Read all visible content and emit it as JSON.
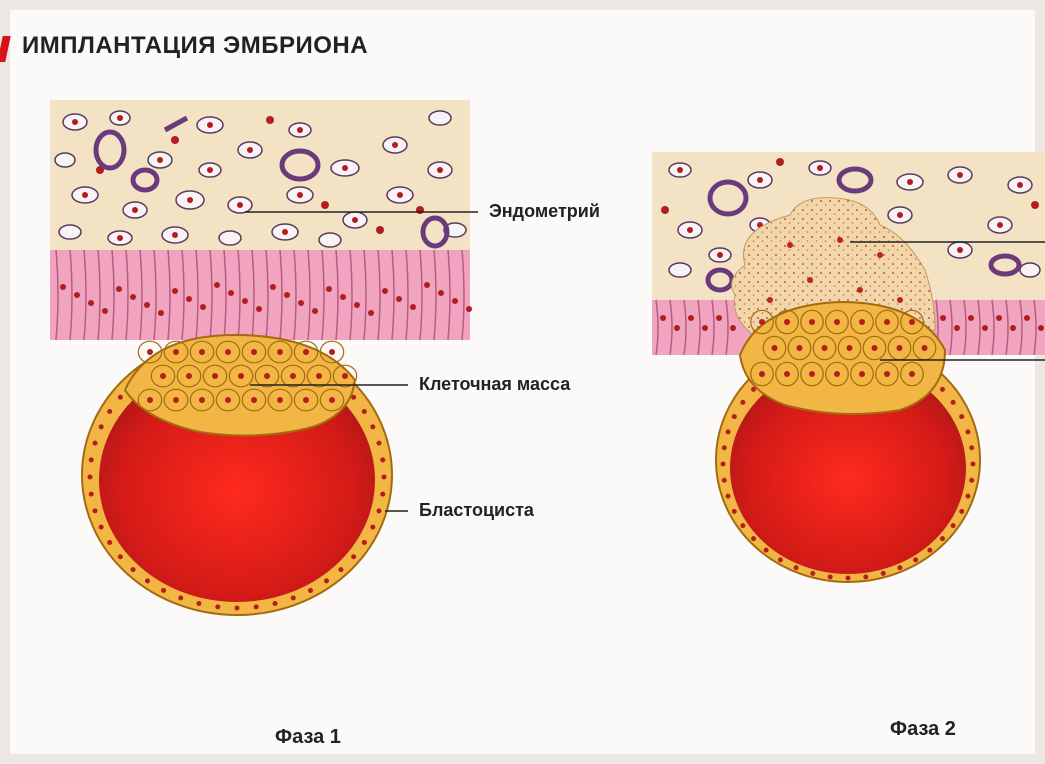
{
  "title": "ИМПЛАНТАЦИЯ ЭМБРИОНА",
  "labels": {
    "endometrium": "Эндометрий",
    "cell_mass": "Клеточная масса",
    "blastocyst": "Бластоциста"
  },
  "phases": {
    "phase1": "Фаза 1",
    "phase2": "Фаза 2"
  },
  "colors": {
    "stroma": "#f3e3c4",
    "epithelium": "#f0a4c0",
    "trophoblast": "#f2b645",
    "cavity": "#d62020",
    "nucleus": "#b31d1d",
    "vessel": "#6a3a7c"
  }
}
